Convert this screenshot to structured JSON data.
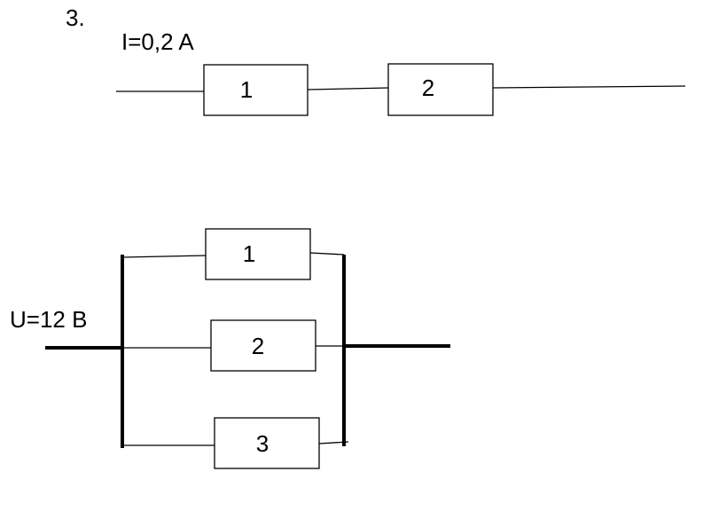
{
  "problem_number": "3.",
  "circuit_series": {
    "current_label": "I=0,2 A",
    "resistors": [
      {
        "label": "1"
      },
      {
        "label": "2"
      }
    ]
  },
  "circuit_parallel": {
    "voltage_label": "U=12 B",
    "resistors": [
      {
        "label": "1"
      },
      {
        "label": "2"
      },
      {
        "label": "3"
      }
    ]
  }
}
